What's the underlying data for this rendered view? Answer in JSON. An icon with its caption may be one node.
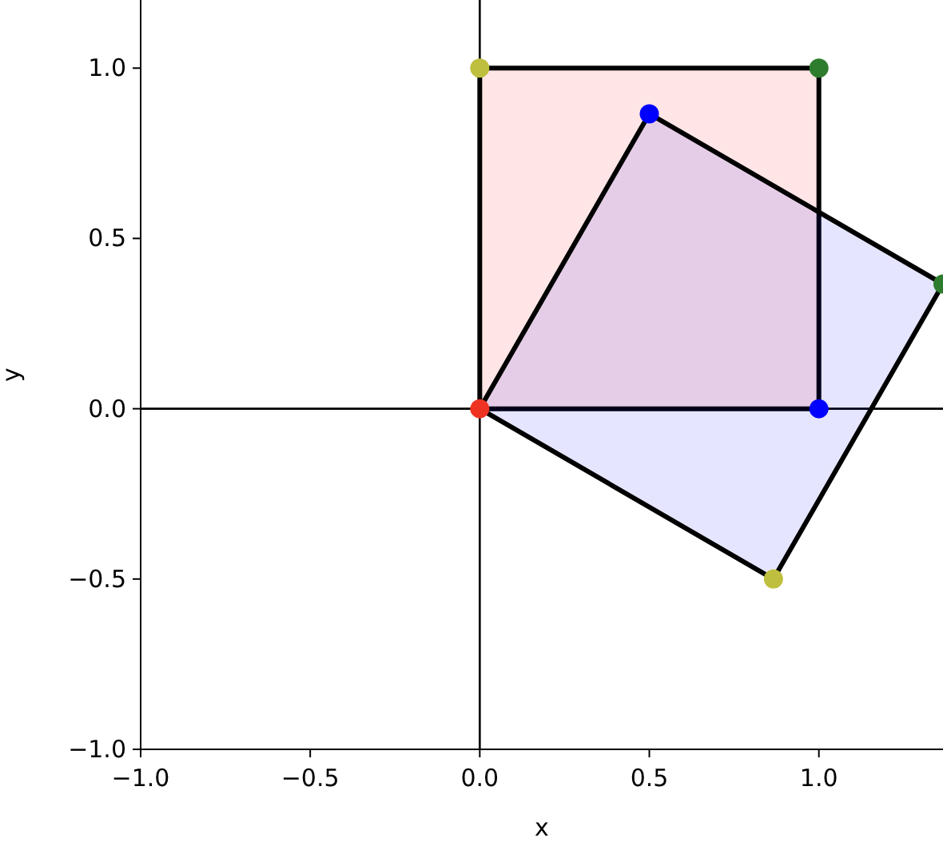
{
  "diagram": {
    "chart_data": {
      "type": "scatter",
      "xlabel": "x",
      "ylabel": "y",
      "xlim": [
        -1,
        1.366
      ],
      "ylim": [
        -1,
        1.2
      ],
      "xticks": [
        {
          "value": -1,
          "label": "−1.0"
        },
        {
          "value": -0.5,
          "label": "−0.5"
        },
        {
          "value": 0,
          "label": "0.0"
        },
        {
          "value": 0.5,
          "label": "0.5"
        },
        {
          "value": 1,
          "label": "1.0"
        }
      ],
      "yticks": [
        {
          "value": -1,
          "label": "−1.0"
        },
        {
          "value": -0.5,
          "label": "−0.5"
        },
        {
          "value": 0,
          "label": "0.0"
        },
        {
          "value": 0.5,
          "label": "0.5"
        },
        {
          "value": 1,
          "label": "1.0"
        }
      ],
      "x": [
        0,
        0.5,
        0.866,
        1,
        1.366
      ],
      "series": [
        {
          "color": "#ee3322",
          "values": [
            0,
            null,
            null,
            null,
            null
          ]
        },
        {
          "color": "#0000ff",
          "values": [
            null,
            0.866,
            null,
            0,
            null
          ]
        },
        {
          "color": "#2e7d2e",
          "values": [
            null,
            null,
            null,
            1,
            0.366
          ]
        },
        {
          "color": "#bfbf3f",
          "values": [
            1,
            null,
            -0.5,
            null,
            null
          ]
        }
      ]
    }
  }
}
